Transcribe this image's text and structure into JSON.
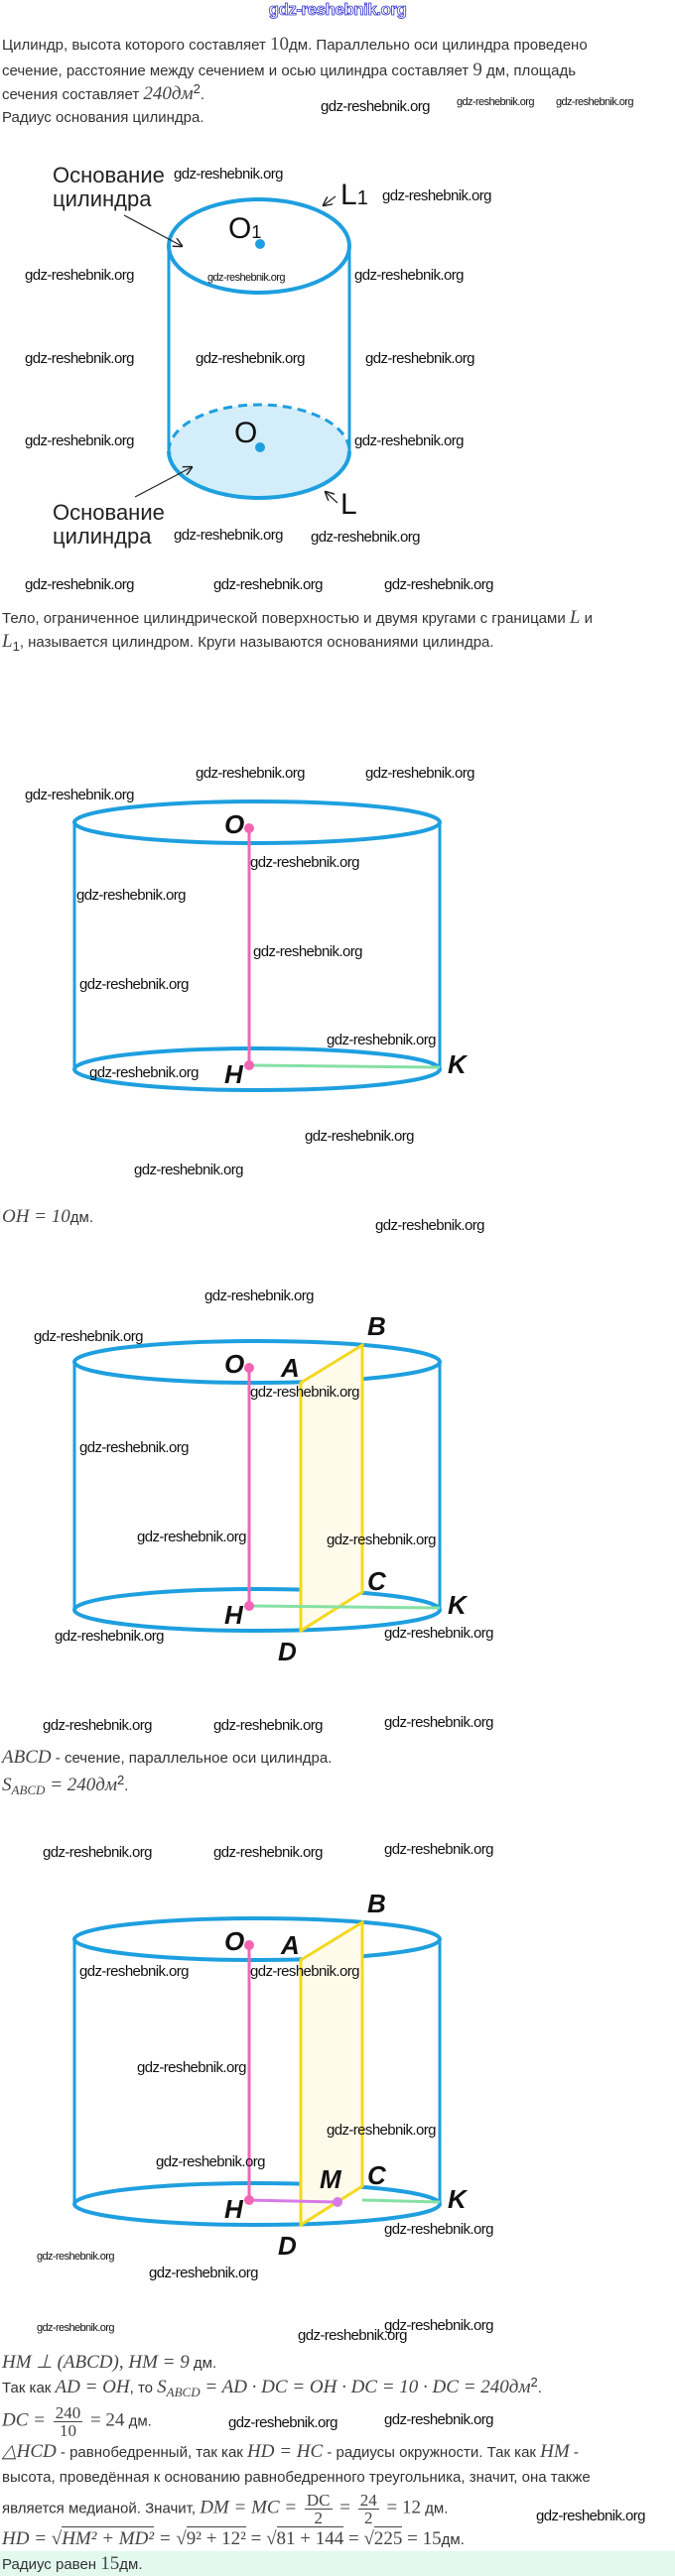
{
  "watermark": "gdz-reshebnik.org",
  "problem": {
    "line1_a": "Цилиндр, высота которого составляет ",
    "line1_num": "10",
    "line1_b": "дм. Параллельно оси цилиндра проведено",
    "line2_a": "сечение, расстояние между сечением и осью цилиндра составляет ",
    "line2_num": "9",
    "line2_b": " дм, площадь",
    "line3_a": "сечения составляет ",
    "line3_math": "240дм",
    "line3_sup": "2",
    "line3_end": ".",
    "line4": "Радиус основания цилиндра."
  },
  "figure1": {
    "base_label_line1": "Основание",
    "base_label_line2": "цилиндра",
    "top_center": "O",
    "top_center_sub": "1",
    "bottom_center": "O",
    "top_circle": "L",
    "top_circle_sub": "1",
    "bottom_circle": "L"
  },
  "definition": {
    "line1_a": "Тело, ограниченное цилиндрической поверхностью и двумя кругами с границами ",
    "line1_m": "L",
    "line1_b": " и",
    "line2_m": "L",
    "line2_sub": "1",
    "line2_b": ", называется цилиндром. Круги называются основаниями цилиндра."
  },
  "points": {
    "O": "O",
    "H": "H",
    "K": "K",
    "A": "A",
    "B": "B",
    "C": "C",
    "D": "D",
    "M": "M"
  },
  "step1": {
    "math": "OH = 10",
    "unit": "дм."
  },
  "step2": {
    "math": "ABCD",
    "text": " - сечение, параллельное оси цилиндра."
  },
  "step3": {
    "S": "S",
    "sub": "ABCD",
    "rest": " = 240дм",
    "sup": "2",
    "end": "."
  },
  "solution": {
    "l1_math": "HM ⊥ (ABCD), HM = 9",
    "l1_unit": " дм.",
    "l2_a": "Так как ",
    "l2_m1": "AD = OH",
    "l2_b": ", то ",
    "l2_S": "S",
    "l2_sub": "ABCD",
    "l2_m2": " = AD · DC = OH · DC = 10 · DC = 240дм",
    "l2_sup": "2",
    "l2_end": ".",
    "l3_m": "DC = ",
    "l3_num": "240",
    "l3_den": "10",
    "l3_res": " = 24",
    "l3_unit": " дм.",
    "l4_m1": "△HCD",
    "l4_a": " - равнобедренный, так как ",
    "l4_m2": "HD = HC",
    "l4_b": " - радиусы окружности. Так как ",
    "l4_m3": "HM",
    "l4_c": " -",
    "l5": "высота, проведённая к основанию равнобедренного треугольника, значит, она также",
    "l6_a": "является медианой. Значит, ",
    "l6_m": "DM = MC = ",
    "l6_num1": "DC",
    "l6_den1": "2",
    "l6_eq": " = ",
    "l6_num2": "24",
    "l6_den2": "2",
    "l6_res": " = 12",
    "l6_unit": " дм.",
    "l7_a": "HD = √",
    "l7_r1": "HM² + MD²",
    "l7_b": " = √",
    "l7_r2": "9² + 12²",
    "l7_c": " = √",
    "l7_r3": "81 + 144",
    "l7_d": " = √",
    "l7_r4": "225",
    "l7_e": " = 15",
    "l7_unit": "дм."
  },
  "answer": {
    "a": "Радиус равен ",
    "num": "15",
    "b": "дм."
  },
  "colors": {
    "cylinder": "#1e9fdf",
    "base_fill": "#d3eefa",
    "axis": "#f264b4",
    "radius": "#86e0a4",
    "section": "#f4d820",
    "section_fill": "#fffbea",
    "hm": "#d77ae6",
    "answer_bg": "#e3f9ef"
  }
}
